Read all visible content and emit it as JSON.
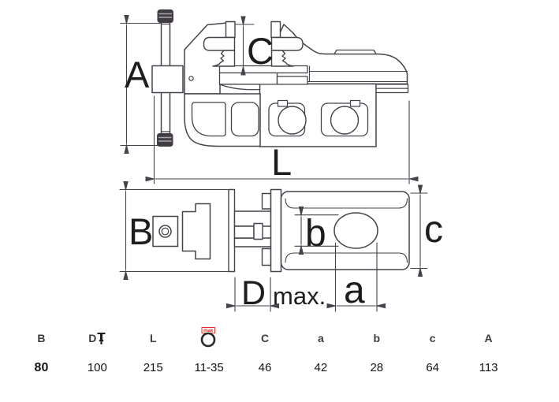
{
  "colors": {
    "line": "#46414a",
    "label": "#1d1d1d",
    "red": "#e63229"
  },
  "drawing": {
    "side_view": {
      "labels": {
        "A": "A",
        "C": "C",
        "L": "L"
      }
    },
    "plan_view": {
      "labels": {
        "B": "B",
        "b": "b",
        "c": "c",
        "D": "D",
        "D_suffix": "max.",
        "a": "a"
      }
    }
  },
  "spec_table": {
    "pipe_icon_label": "max",
    "columns": [
      {
        "header": "B",
        "value": "80"
      },
      {
        "header": "D",
        "value": "100"
      },
      {
        "header": "L",
        "value": "215"
      },
      {
        "header": "",
        "value": "11-35"
      },
      {
        "header": "C",
        "value": "46"
      },
      {
        "header": "a",
        "value": "42"
      },
      {
        "header": "b",
        "value": "28"
      },
      {
        "header": "c",
        "value": "64"
      },
      {
        "header": "A",
        "value": "113"
      }
    ]
  }
}
